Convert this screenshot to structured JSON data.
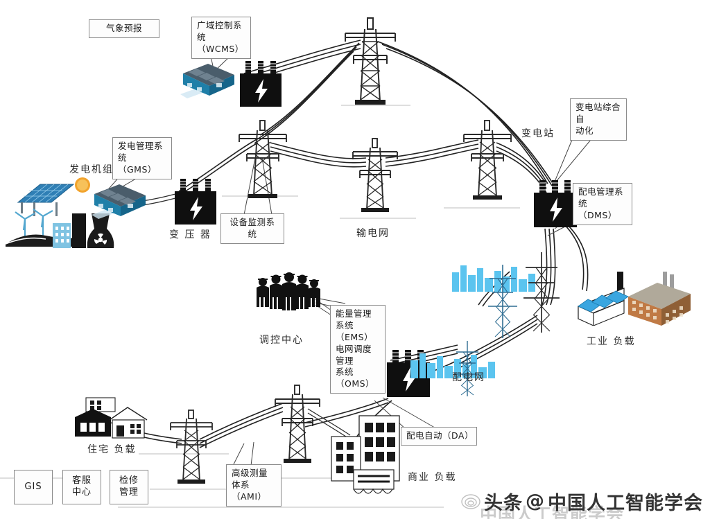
{
  "diagram": {
    "title": "智能电网示意图",
    "background_color": "#ffffff"
  },
  "callouts": [
    {
      "id": "weather",
      "text": "气象预报",
      "name": "callout-weather-forecast"
    },
    {
      "id": "wcms",
      "text": "广域控制系统\n（WCMS）",
      "name": "callout-wide-area-control-system"
    },
    {
      "id": "gms",
      "text": "发电管理系统\n（GMS）",
      "name": "callout-generation-management-system"
    },
    {
      "id": "dev_mon",
      "text": "设备监测系统",
      "name": "callout-equipment-monitoring-system"
    },
    {
      "id": "sub_auto",
      "text": "变电站综合自\n动化",
      "name": "callout-substation-integrated-automation"
    },
    {
      "id": "dms",
      "text": "配电管理系统\n（DMS）",
      "name": "callout-distribution-management-system"
    },
    {
      "id": "ems_oms",
      "text": "能量管理系统\n（EMS）\n电网调度管理\n系统（OMS）",
      "name": "callout-ems-oms"
    },
    {
      "id": "ami",
      "text": "高级测量体系\n（AMI）",
      "name": "callout-advanced-metering-infrastructure"
    },
    {
      "id": "da",
      "text": "配电自动（DA）",
      "name": "callout-distribution-automation"
    }
  ],
  "labels": [
    {
      "id": "gen_unit",
      "text": "发电机组",
      "name": "label-generation-unit"
    },
    {
      "id": "transformer",
      "text": "变 压 器",
      "name": "label-transformer"
    },
    {
      "id": "trans_grid",
      "text": "输电网",
      "name": "label-transmission-grid"
    },
    {
      "id": "substation",
      "text": "变电站",
      "name": "label-substation"
    },
    {
      "id": "dispatch",
      "text": "调控中心",
      "name": "label-dispatch-control-center"
    },
    {
      "id": "dist_grid",
      "text": "配电网",
      "name": "label-distribution-grid"
    },
    {
      "id": "ind_load",
      "text": "工业 负载",
      "name": "label-industrial-load"
    },
    {
      "id": "res_load",
      "text": "住宅 负载",
      "name": "label-residential-load"
    },
    {
      "id": "com_load",
      "text": "商业 负载",
      "name": "label-commercial-load"
    }
  ],
  "bottom_boxes": [
    {
      "id": "gis",
      "text": "GIS",
      "name": "box-gis"
    },
    {
      "id": "cs",
      "text": "客服\n中心",
      "name": "box-customer-service-center"
    },
    {
      "id": "mm",
      "text": "检修\n管理",
      "name": "box-maintenance-management"
    }
  ],
  "watermark": {
    "prefix": "头条",
    "at": "@",
    "org": "中国人工智能学会"
  },
  "icons": {
    "server_wcms": "server-rack-icon",
    "server_gms": "server-rack-icon",
    "transformer_gen": "transformer-icon",
    "transformer_step": "transformer-icon",
    "transformer_sub": "transformer-icon",
    "transformer_dist": "transformer-icon",
    "tower_top": "transmission-tower-icon",
    "tower_mid_left": "transmission-tower-icon",
    "tower_mid_center": "transmission-tower-icon",
    "tower_mid_right": "transmission-tower-icon",
    "tower_dist_a": "distribution-tower-icon",
    "tower_dist_b": "distribution-tower-icon",
    "tower_bottom_left": "distribution-tower-icon",
    "tower_bottom_mid": "distribution-tower-icon",
    "solar": "solar-panel-icon",
    "sun": "sun-icon",
    "wind": "wind-turbine-icon",
    "nuclear": "nuclear-plant-icon",
    "people": "operators-group-icon",
    "factory": "factory-icon",
    "brick_building": "brick-building-icon",
    "houses": "houses-icon",
    "office": "office-building-icon"
  },
  "colors": {
    "server_blue": "#2e7fa8",
    "server_dark": "#3d4f5c",
    "factory_blue": "#3aa6e0",
    "skyline_blue": "#5bc4ef",
    "brick_brown": "#b07a55",
    "line_black": "#1c1c1c",
    "box_border": "#8a8a8a",
    "text": "#1a1a1a"
  }
}
